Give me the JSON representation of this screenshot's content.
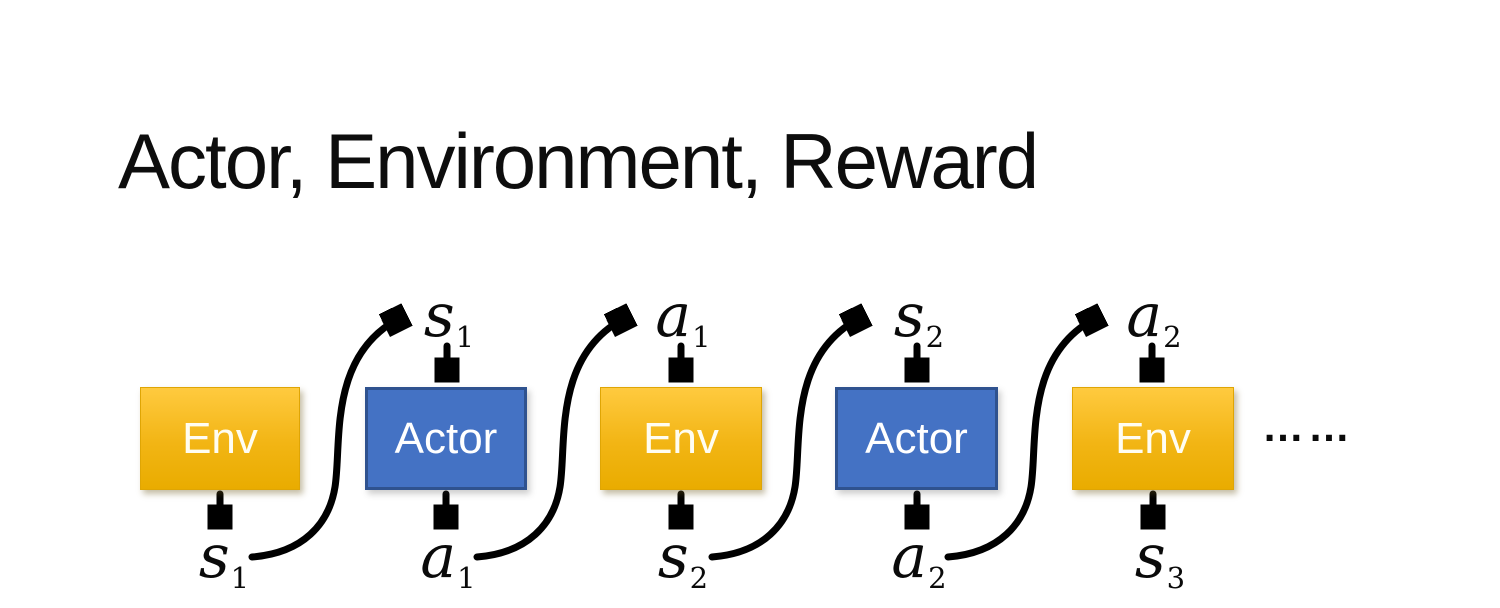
{
  "title": "Actor, Environment, Reward",
  "colors": {
    "env_gradient_top": "#FFCA3F",
    "env_gradient_bottom": "#E9AC00",
    "env_border": "#DFA504",
    "actor_fill": "#4472C4",
    "actor_border": "#2F528F",
    "arrow": "#000000",
    "box_text": "#FFFFFF",
    "title_text": "#0D0D0D"
  },
  "diagram": {
    "boxes": [
      {
        "label": "Env",
        "type": "env"
      },
      {
        "label": "Actor",
        "type": "actor"
      },
      {
        "label": "Env",
        "type": "env"
      },
      {
        "label": "Actor",
        "type": "actor"
      },
      {
        "label": "Env",
        "type": "env"
      }
    ],
    "top_labels": [
      {
        "base": "s",
        "sub": "1"
      },
      {
        "base": "a",
        "sub": "1"
      },
      {
        "base": "s",
        "sub": "2"
      },
      {
        "base": "a",
        "sub": "2"
      }
    ],
    "bottom_labels": [
      {
        "base": "s",
        "sub": "1"
      },
      {
        "base": "a",
        "sub": "1"
      },
      {
        "base": "s",
        "sub": "2"
      },
      {
        "base": "a",
        "sub": "2"
      },
      {
        "base": "s",
        "sub": "3"
      }
    ],
    "ellipsis": "……"
  }
}
